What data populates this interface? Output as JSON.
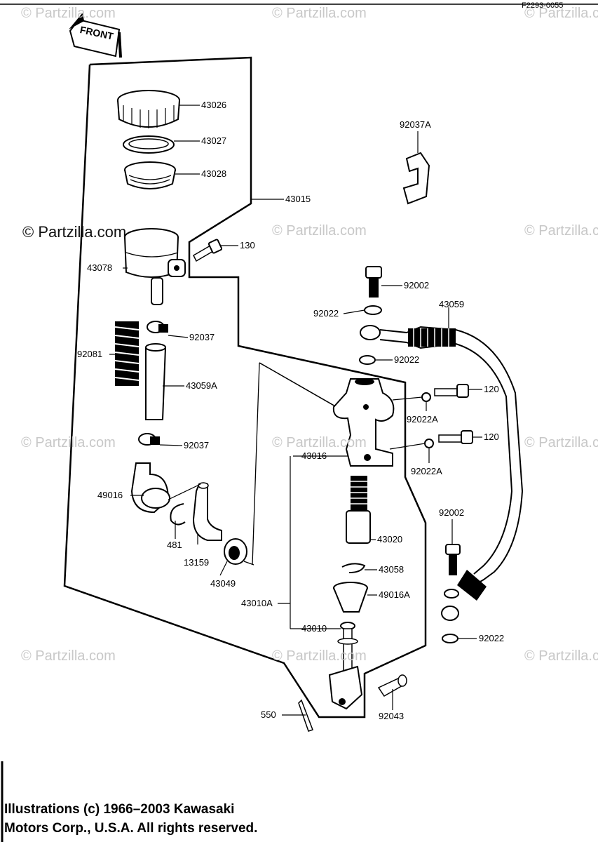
{
  "header": {
    "code": "F2293-0055"
  },
  "front_arrow": {
    "text": "FRONT"
  },
  "watermarks": {
    "text": "© Partzilla.com",
    "dark_text": "© Partzilla.com"
  },
  "parts": {
    "p43026": "43026",
    "p43027": "43027",
    "p43028": "43028",
    "p43015": "43015",
    "p130": "130",
    "p43078": "43078",
    "p92037a": "92037A",
    "p92002a": "92002",
    "p43059": "43059",
    "p92022a": "92022",
    "p92022b": "92022",
    "p92037b": "92037",
    "p92081": "92081",
    "p43059a": "43059A",
    "p120a": "120",
    "p92022aa": "92022A",
    "p120b": "120",
    "p92022ab": "92022A",
    "p92037c": "92037",
    "p43016": "43016",
    "p49016": "49016",
    "p481": "481",
    "p13159": "13159",
    "p43049": "43049",
    "p43020": "43020",
    "p43058": "43058",
    "p49016a": "49016A",
    "p43010a": "43010A",
    "p43010": "43010",
    "p92002b": "92002",
    "p92022c": "92022",
    "p550": "550",
    "p92043": "92043"
  },
  "footer": {
    "line1": "Illustrations (c) 1966–2003 Kawasaki",
    "line2": "Motors Corp., U.S.A.  All rights reserved."
  }
}
